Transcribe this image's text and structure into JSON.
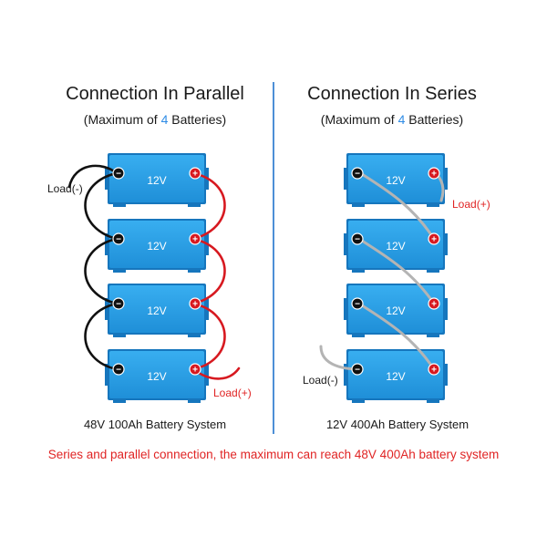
{
  "parallel": {
    "title": "Connection In Parallel",
    "subtitle_prefix": "(Maximum of ",
    "subtitle_count": "4",
    "subtitle_suffix": " Batteries)",
    "caption": "48V 100Ah Battery System",
    "load_neg": "Load(-)",
    "load_pos": "Load(+)",
    "voltages": [
      "12V",
      "12V",
      "12V",
      "12V"
    ]
  },
  "series": {
    "title": "Connection In Series",
    "subtitle_prefix": "(Maximum of ",
    "subtitle_count": "4",
    "subtitle_suffix": " Batteries)",
    "caption": "12V 400Ah Battery System",
    "load_neg": "Load(-)",
    "load_pos": "Load(+)",
    "voltages": [
      "12V",
      "12V",
      "12V",
      "12V"
    ]
  },
  "footer": "Series and parallel connection, the maximum can reach 48V 400Ah battery system",
  "terminal_neg": "−",
  "terminal_pos": "+",
  "colors": {
    "battery": "#2a9ce2",
    "battery_edge": "#1676bd",
    "accent": "#2f8ce6",
    "divider": "#4d8fd6",
    "footer_text": "#e02424",
    "wire_red": "#d71920",
    "wire_black": "#111111",
    "wire_gray": "#b4b4b4"
  }
}
